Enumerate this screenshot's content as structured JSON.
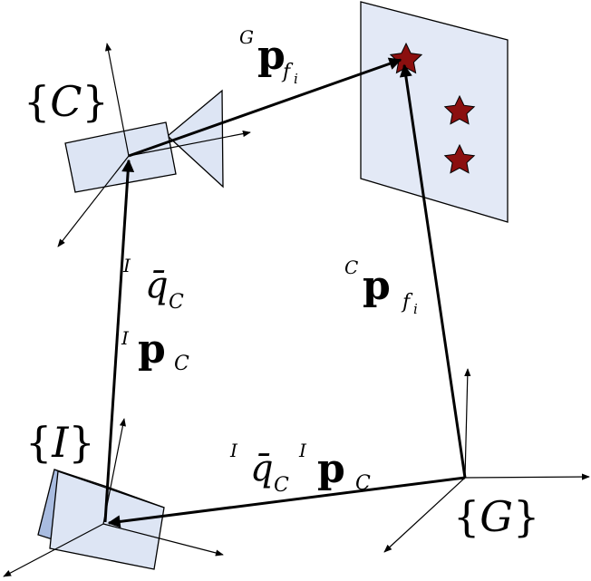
{
  "frames": {
    "camera": "C",
    "imu": "I",
    "global": "G"
  },
  "labels": {
    "global_feature": {
      "sup": "G",
      "sym": "p",
      "sub": "f",
      "subsub": "i"
    },
    "camera_feature": {
      "sup": "C",
      "sym": "p",
      "sub": "f",
      "subsub": "i"
    },
    "extrinsic_rot": {
      "sup": "I",
      "sym": "q̄",
      "sub": "C"
    },
    "extrinsic_pos": {
      "sup": "I",
      "sym": "p",
      "sub": "C"
    },
    "bottom_rot": {
      "sup": "I",
      "sym": "q̄",
      "sub": "C"
    },
    "bottom_pos": {
      "sup": "I",
      "sym": "p",
      "sub": "C"
    }
  },
  "colors": {
    "plane_fill": "#e3e9f6",
    "body_fill": "#dde5f4",
    "imu_side": "#a9bce0",
    "star": "#8b0f0f",
    "line": "#000000"
  }
}
